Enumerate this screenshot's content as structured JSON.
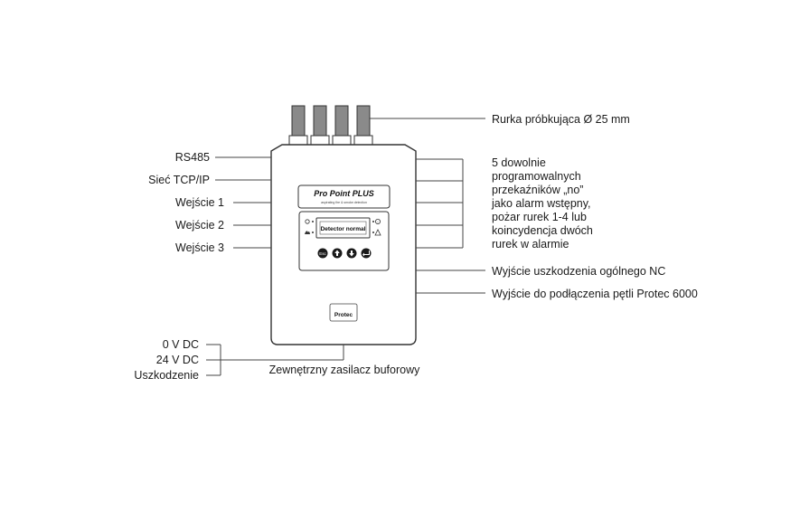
{
  "device": {
    "brand_title": "Pro Point PLUS",
    "brand_subtitle": "aspirating fire & smoke detection",
    "lcd_text": "Detector normal",
    "logo_text": "Protec",
    "buttons": [
      "Esc",
      "up-arrow-icon",
      "down-arrow-icon",
      "enter-icon"
    ]
  },
  "labels": {
    "left": [
      "RS485",
      "Sieć TCP/IP",
      "Wejście 1",
      "Wejście 2",
      "Wejście 3"
    ],
    "right_top": "Rurka próbkująca Ø 25 mm",
    "relays": [
      "5 dowolnie",
      "programowalnych",
      "przekaźników „no”",
      "jako alarm wstępny,",
      "pożar rurek 1-4 lub",
      "koincydencja dwóch",
      "rurek w alarmie"
    ],
    "fault_out": "Wyjście uszkodzenia ogólnego NC",
    "loop_out": "Wyjście do podłączenia pętli Protec 6000",
    "power": [
      "0 V DC",
      "24 V DC",
      "Uszkodzenie"
    ],
    "psu": "Zewnętrzny zasilacz buforowy"
  }
}
